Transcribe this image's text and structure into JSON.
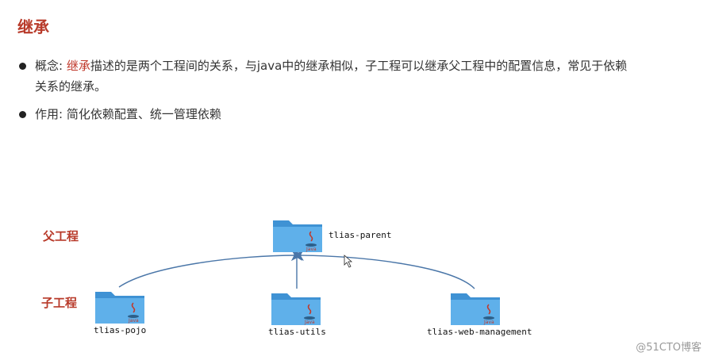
{
  "title": "继承",
  "bullets": {
    "concept_prefix": "概念: ",
    "concept_accent": "继承",
    "concept_rest_line1": "描述的是两个工程间的关系，与java中的继承相似，子工程可以继承父工程中的配置信息，常见于依赖",
    "concept_line2": "关系的继承。",
    "usage": "作用: 简化依赖配置、统一管理依赖"
  },
  "diagram": {
    "parent_label": "父工程",
    "child_label": "子工程",
    "parent_project": "tlias-parent",
    "children": [
      "tlias-pojo",
      "tlias-utils",
      "tlias-web-management"
    ],
    "folder_badge": "Java"
  },
  "colors": {
    "accent": "#c0392b",
    "folder": "#4fa3e0",
    "line": "#4a76a8"
  },
  "watermark": "@51CTO博客"
}
